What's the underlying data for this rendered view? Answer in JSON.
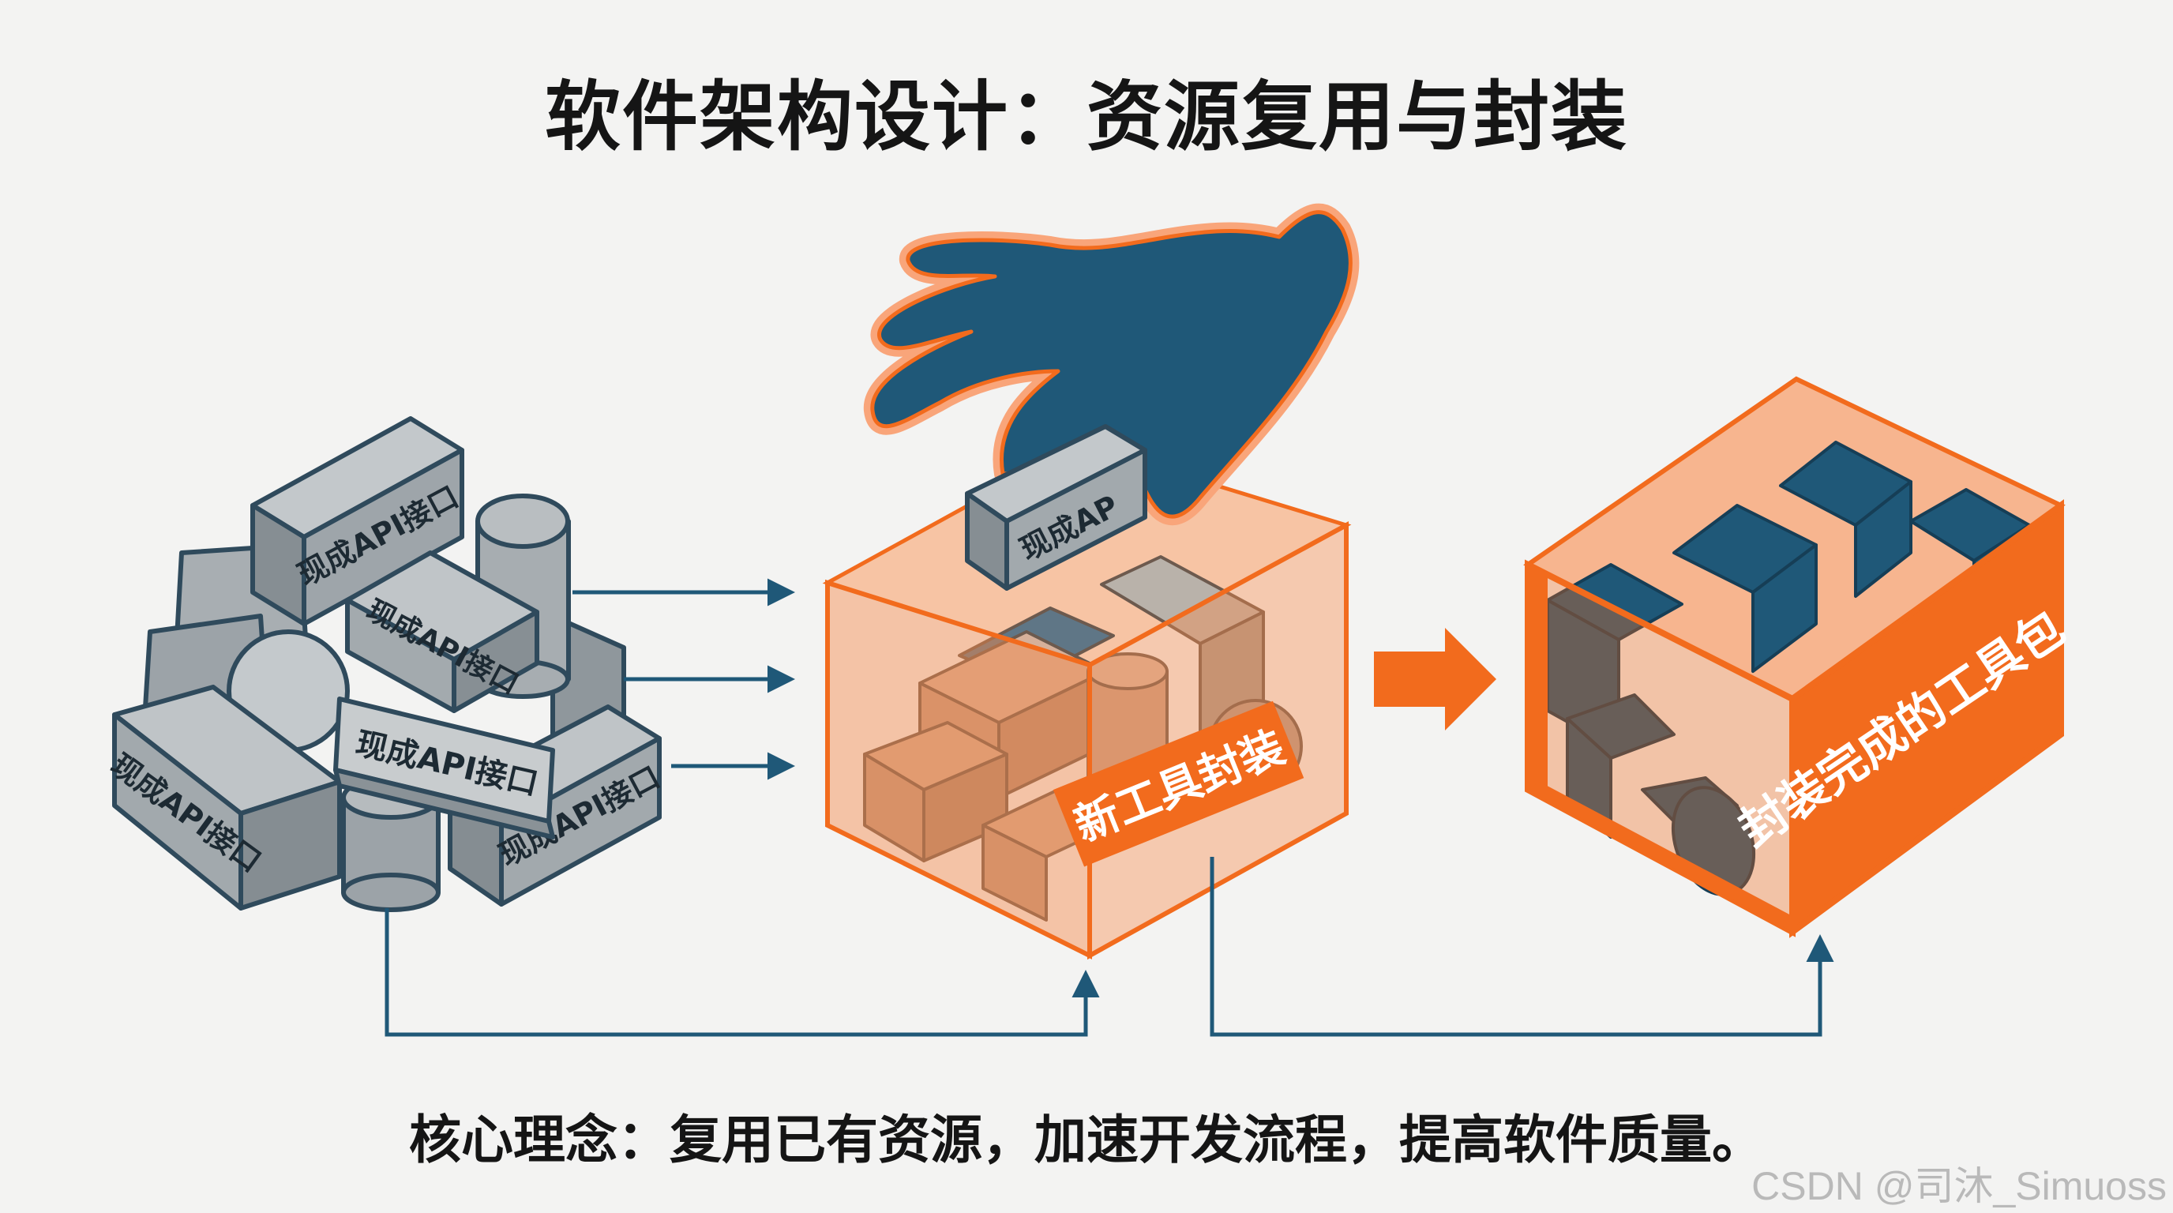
{
  "title": "软件架构设计：资源复用与封装",
  "motto": "核心理念：复用已有资源，加速开发流程，提高软件质量。",
  "watermark": "CSDN @司沐_Simuoss",
  "blocks": {
    "api_label": "现成API接口",
    "held_block_label": "现成AP",
    "box_label": "新工具封装",
    "package_label": "封装完成的工具包"
  },
  "colors": {
    "background": "#f3f3f2",
    "accent_orange": "#f26b1d",
    "navy": "#1f5878",
    "block_gray": "#9ea5aa",
    "outline": "#2f4a5c"
  }
}
